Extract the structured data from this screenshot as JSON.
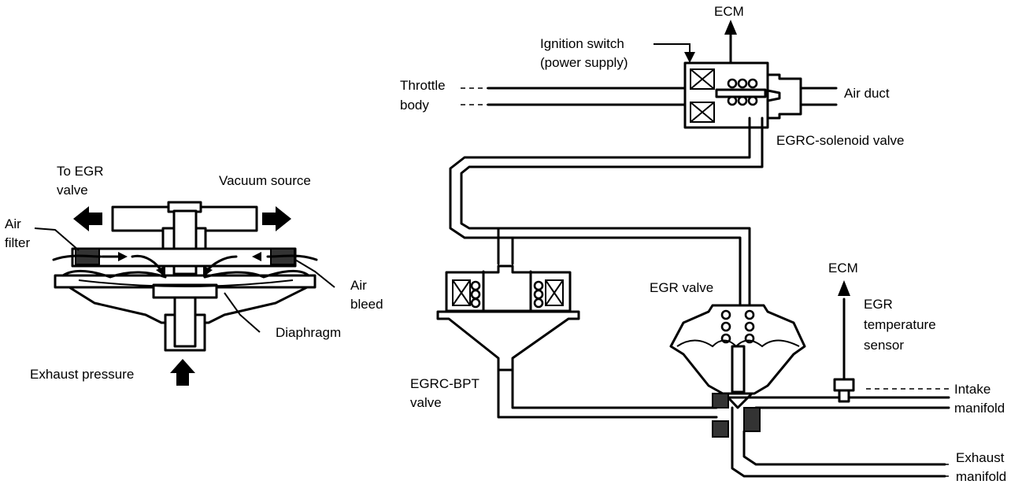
{
  "labels": {
    "to_egr": "To EGR",
    "to_egr_2": "valve",
    "vacuum_source": "Vacuum source",
    "air_filter": "Air",
    "air_filter_2": "filter",
    "air_bleed": "Air",
    "air_bleed_2": "bleed",
    "diaphragm": "Diaphragm",
    "exhaust_pressure": "Exhaust pressure",
    "ecm_top": "ECM",
    "ignition_switch": "Ignition switch",
    "ignition_switch_2": "(power supply)",
    "throttle_body": "Throttle",
    "throttle_body_2": "body",
    "air_duct": "Air duct",
    "egrc_solenoid": "EGRC-solenoid valve",
    "egr_valve": "EGR valve",
    "ecm_right": "ECM",
    "egr_temp": "EGR",
    "egr_temp_2": "temperature",
    "egr_temp_3": "sensor",
    "egrc_bpt": "EGRC-BPT",
    "egrc_bpt_2": "valve",
    "intake_manifold": "Intake",
    "intake_manifold_2": "manifold",
    "exhaust_manifold": "Exhaust",
    "exhaust_manifold_2": "manifold"
  }
}
